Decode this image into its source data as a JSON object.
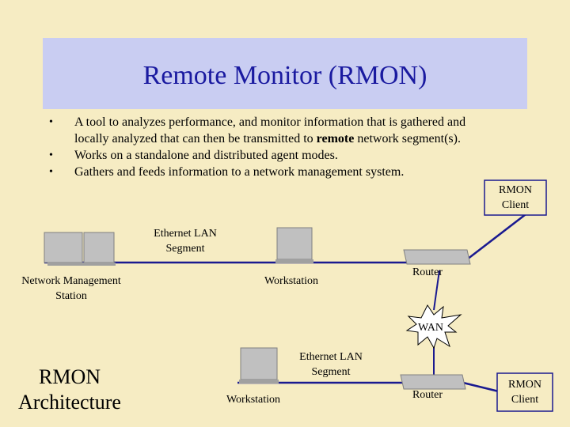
{
  "slide": {
    "title": "Remote Monitor (RMON)",
    "bullets": {
      "b1_part1": "A tool to analyzes performance, and monitor information that is gathered and locally analyzed that can then be transmitted to ",
      "b1_bold": "remote",
      "b1_part2": " network segment(s).",
      "b2": "Works on a standalone and distributed agent modes.",
      "b3": "Gathers and feeds information to a network management system."
    }
  },
  "diagram": {
    "rmon_client_top": {
      "line1": "RMON",
      "line2": "Client"
    },
    "ethernet_top": {
      "line1": "Ethernet LAN",
      "line2": "Segment"
    },
    "nms": {
      "line1": "Network Management",
      "line2": "Station"
    },
    "workstation_top": "Workstation",
    "router_top": "Router",
    "wan": "WAN",
    "ethernet_bottom": {
      "line1": "Ethernet LAN",
      "line2": "Segment"
    },
    "workstation_bottom": "Workstation",
    "router_bottom": "Router",
    "rmon_client_bottom": {
      "line1": "RMON",
      "line2": "Client"
    },
    "architecture": {
      "line1": "RMON",
      "line2": "Architecture"
    }
  },
  "colors": {
    "background": "#f6ecc3",
    "title_band": "#c9cdf2",
    "title_text": "#1a1aa0",
    "lines": "#1a1a90",
    "device": "#c0c0c0"
  }
}
